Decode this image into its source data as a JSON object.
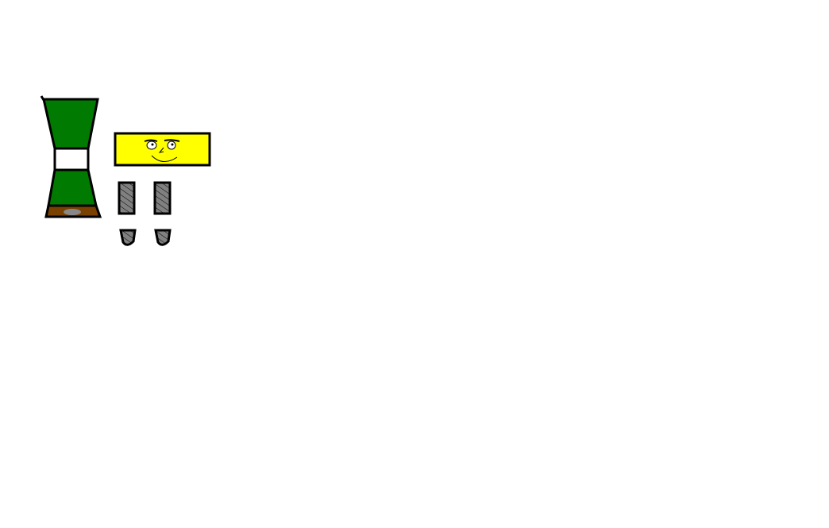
{
  "colors": {
    "body_green": "#007a00",
    "face_yellow": "#ffff00",
    "base_brown": "#7a4000",
    "limb_grey": "#808080",
    "outline": "#000000"
  },
  "parts": [
    "torso",
    "head",
    "leg-left",
    "leg-right",
    "foot-left",
    "foot-right"
  ]
}
